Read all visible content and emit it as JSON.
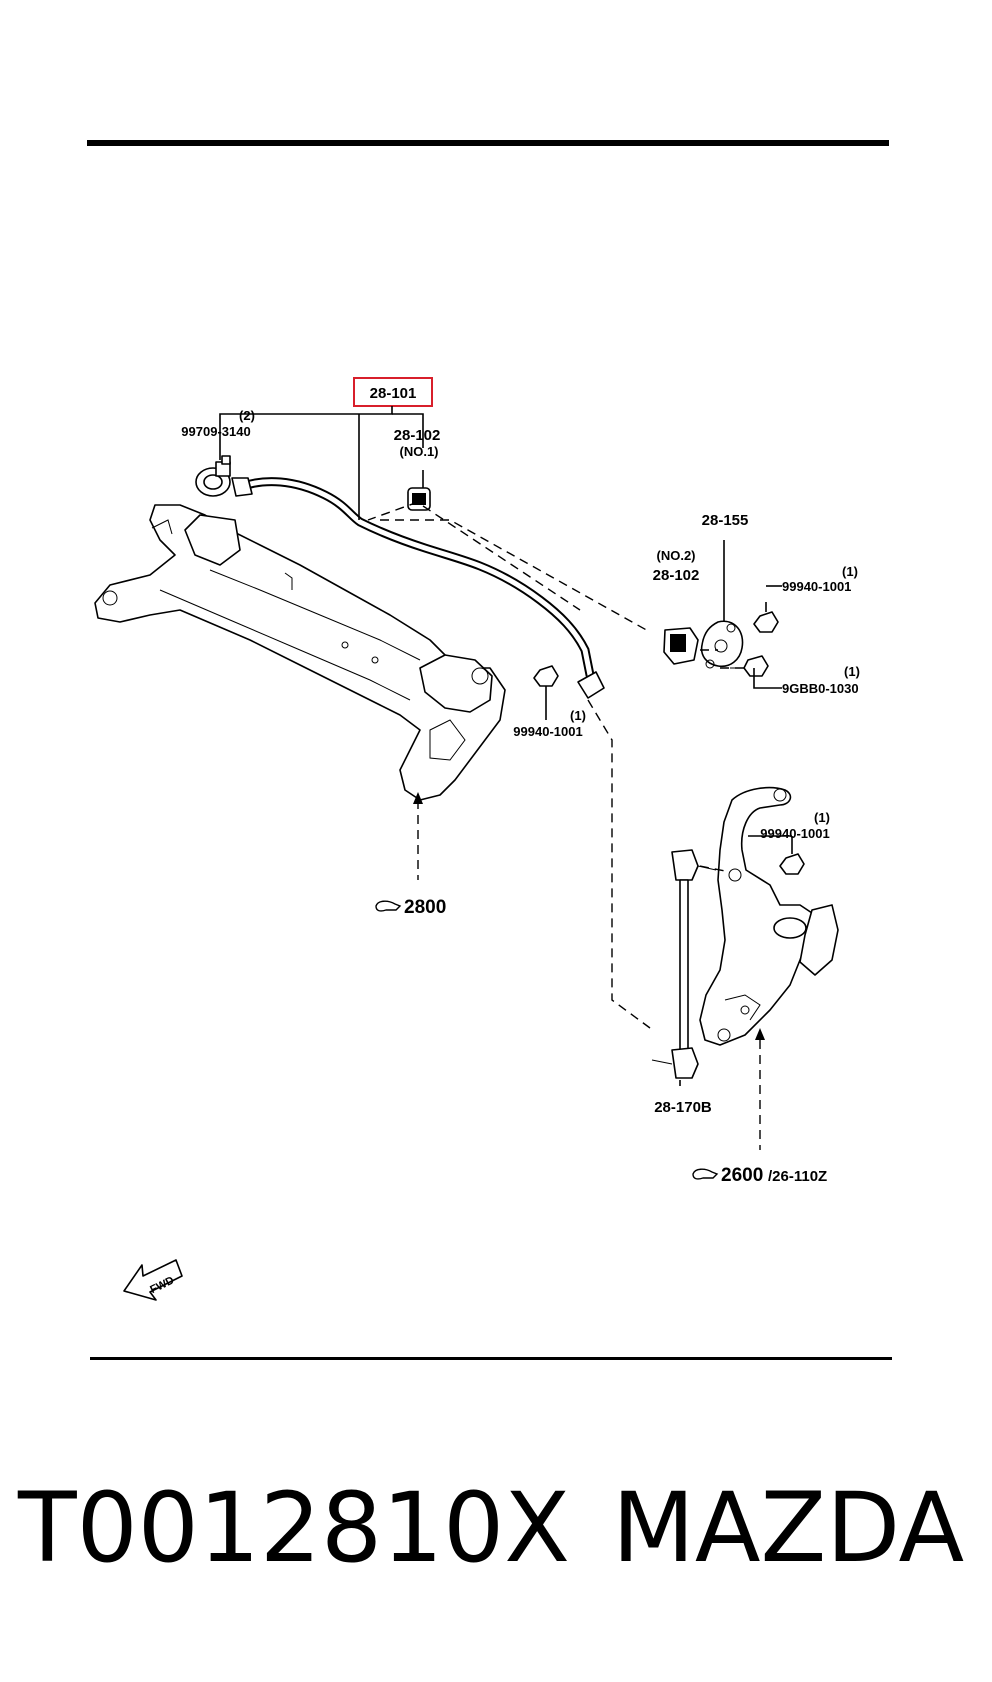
{
  "highlight_color": "#d81f2b",
  "callouts": {
    "main_part": "28-101",
    "clip_qty": "(2)",
    "clip_part": "99709-3140",
    "bushing1_part": "28-102",
    "bushing1_note": "(NO.1)",
    "bracket_part": "28-155",
    "bushing2_note": "(NO.2)",
    "bushing2_part": "28-102",
    "nut_a_qty": "(1)",
    "nut_a_part": "99940-1001",
    "bolt_qty": "(1)",
    "bolt_part": "9GBB0-1030",
    "nut_b_qty": "(1)",
    "nut_b_part": "99940-1001",
    "nut_c_qty": "(1)",
    "nut_c_part": "99940-1001",
    "link_part": "28-170B",
    "ref_crossmember": "2800",
    "ref_knuckle": "2600",
    "ref_knuckle_sub": "/26-110Z",
    "fwd": "FWD"
  },
  "caption": {
    "part_number": "T0012810X",
    "brand": "MAZDA"
  }
}
